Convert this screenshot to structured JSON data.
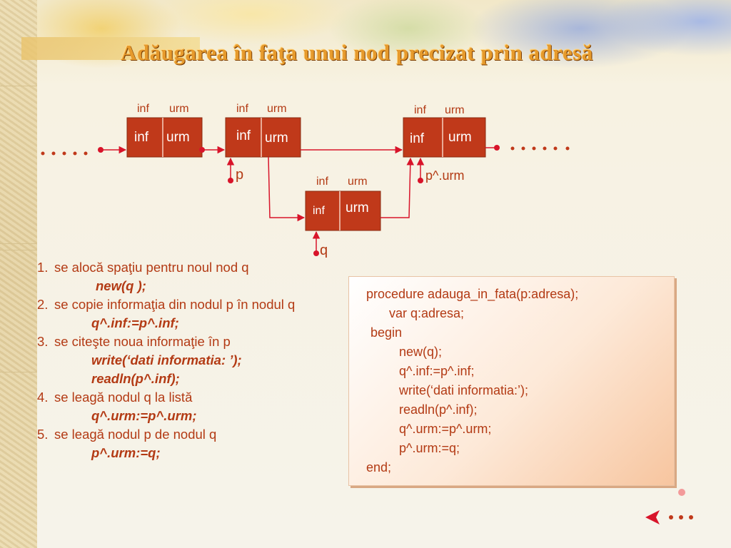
{
  "slide": {
    "title": "Adăugarea în faţa unui nod precizat prin adresă"
  },
  "diagram": {
    "node1": {
      "field_label_inf": "inf",
      "field_label_urm": "urm",
      "inf": "inf",
      "urm": "urm"
    },
    "node2": {
      "field_label_inf": "inf",
      "field_label_urm": "urm",
      "inf": "inf",
      "urm": "urm"
    },
    "node3": {
      "field_label_inf": "inf",
      "field_label_urm": "urm",
      "inf": "inf",
      "urm": "urm"
    },
    "node_q": {
      "field_label_inf": "inf",
      "field_label_urm": "urm",
      "inf": "inf",
      "urm": "urm"
    },
    "pointer_p": "p",
    "pointer_q": "q",
    "pointer_p_urm": "p^.urm",
    "ellipsis_left": ".....",
    "ellipsis_right": "......"
  },
  "steps": [
    {
      "num": "1.",
      "text": "se alocă spaţiu pentru noul nod q",
      "code": [
        "new(q );"
      ]
    },
    {
      "num": "2.",
      "text": "se copie informaţia din nodul p în nodul q",
      "code": [
        "q^.inf:=p^.inf;"
      ]
    },
    {
      "num": "3.",
      "text": "se citeşte noua informaţie în p",
      "code": [
        "write(‘dati informatia: ’);",
        "readln(p^.inf);"
      ]
    },
    {
      "num": "4.",
      "text": "se leagă nodul q la listă",
      "code": [
        "q^.urm:=p^.urm;"
      ]
    },
    {
      "num": "5.",
      "text": "se leagă nodul p de nodul q",
      "code": [
        "p^.urm:=q;"
      ]
    }
  ],
  "code_box": {
    "lines": [
      "procedure adauga_in_fata(p:adresa);",
      "var q:adresa;",
      "begin",
      "new(q);",
      "q^.inf:=p^.inf;",
      "write(‘dati informatia:’);",
      "readln(p^.inf);",
      "q^.urm:=p^.urm;",
      "p^.urm:=q;",
      "end;"
    ]
  },
  "navigation": {
    "back_icon": "back-arrow-icon"
  },
  "colors": {
    "node": "#c0391a",
    "text": "#b33a14",
    "title": "#e69a2c",
    "pointer": "#d8142a"
  }
}
